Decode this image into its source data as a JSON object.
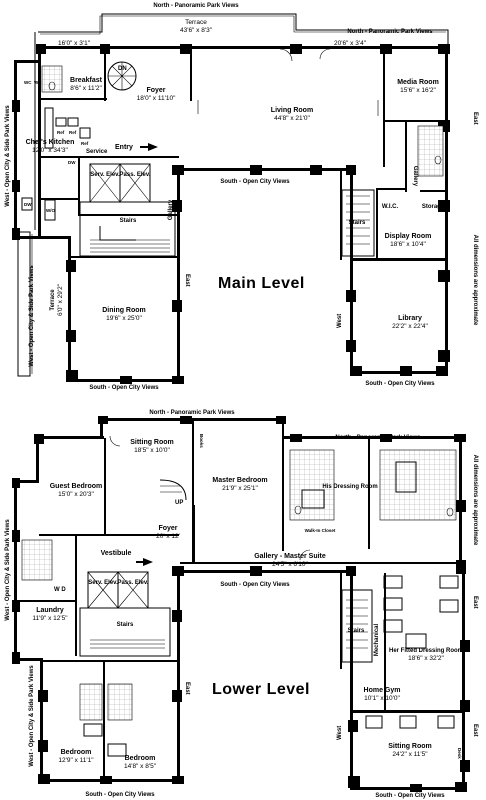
{
  "main_level": {
    "title": "Main Level",
    "rooms": {
      "terrace_top": {
        "name": "Terrace",
        "dim": "43'6\" x 8'3\""
      },
      "terrace_left_dim": "16'0\" x 3'1\"",
      "terrace_right_dim": "20'6\" x 3'4\"",
      "breakfast": {
        "name": "Breakfast",
        "dim": "8'6\" x 11'2\""
      },
      "foyer": {
        "name": "Foyer",
        "dim": "18'0\" x 11'10\""
      },
      "living": {
        "name": "Living Room",
        "dim": "44'8\" x 21'0\""
      },
      "media": {
        "name": "Media Room",
        "dim": "15'6\" x 16'2\""
      },
      "kitchen": {
        "name": "Chef's Kitchen",
        "dim": "12'0\" x 34'3\""
      },
      "service": "Service",
      "entry": "Entry",
      "dining": {
        "name": "Dining Room",
        "dim": "19'6\" x 25'0\""
      },
      "terrace_west": {
        "name": "Terrace",
        "dim": "6'0\" x 29'2\""
      },
      "display": {
        "name": "Display Room",
        "dim": "18'6\" x 10'4\""
      },
      "library": {
        "name": "Library",
        "dim": "22'2\" x 22'4\""
      },
      "stairs": "Stairs",
      "wic": "W.I.C.",
      "storage": "Storage",
      "gallery_1": "Gallery",
      "gallery_2": "Gallery",
      "serv_elev": "Serv. Elev.",
      "pass_elev": "Pass. Elev.",
      "stairs_core": "Stairs",
      "dn": "DN"
    },
    "views": {
      "north": "North - Panoramic Park Views",
      "north_right": "North - Panoramic Park Views",
      "south_center": "South - Open City Views",
      "south_bottom": "South - Open City Views",
      "south_right": "South - Open City Views",
      "east_top": "East",
      "east_mid": "East",
      "west_mid": "West",
      "west_side_top": "West - Open City & Side Park Views",
      "west_side_bottom": "West - Open City & Side Park Views",
      "approx": "All dimensions are approximate"
    },
    "fixtures": {
      "wc1": "WC",
      "wc2": "WC",
      "ref1": "Ref",
      "ref2": "Ref",
      "ref3": "Ref",
      "dw1": "DW",
      "dw2": "DW",
      "wo": "W/O"
    }
  },
  "lower_level": {
    "title": "Lower Level",
    "rooms": {
      "sitting_top": {
        "name": "Sitting Room",
        "dim": "18'5\" x 10'0\""
      },
      "guest": {
        "name": "Guest Bedroom",
        "dim": "15'0\" x 20'3\""
      },
      "master": {
        "name": "Master Bedroom",
        "dim": "21'9\" x 25'1\""
      },
      "his": {
        "name": "His Dressing Room"
      },
      "walkin": "Walk-In Closet",
      "foyer": {
        "name": "Foyer",
        "dim": "20' x 12'"
      },
      "vestibule": "Vestibule",
      "gallery_master": {
        "name": "Gallery - Master Suite",
        "dim": "24'5\" x 6'10\""
      },
      "laundry": {
        "name": "Laundry",
        "dim": "11'9\" x 12'5\""
      },
      "her": {
        "name": "Her Fitted Dressing Room",
        "dim": "18'6\" x 32'2\""
      },
      "home_gym": {
        "name": "Home Gym",
        "dim": "10'1\" x 10'0\""
      },
      "mechanical": "Mechanical",
      "bed1": {
        "name": "Bedroom",
        "dim": "12'9\" x 11'1\""
      },
      "bed2": {
        "name": "Bedroom",
        "dim": "14'8\" x 8'5\""
      },
      "sitting_bottom": {
        "name": "Sitting Room",
        "dim": "24'2\" x 11'5\""
      },
      "stairs_core": "Stairs",
      "stairs_right": "Stairs",
      "serv_elev": "Serv. Elev.",
      "pass_elev": "Pass. Elev.",
      "books": "Books",
      "up": "UP",
      "wd": "W D",
      "desk": "Desk"
    },
    "views": {
      "north_top": "North - Panoramic Park Views",
      "north_right": "North - Panoramic Park Views",
      "south_center": "South - Open City Views",
      "south_bottom": "South - Open City Views",
      "south_right": "South - Open City Views",
      "east_1": "East",
      "east_2": "East",
      "east_3": "East",
      "west": "West",
      "west_side_top": "West - Open City & Side Park Views",
      "west_side_bottom": "West - Open City & Side Park Views",
      "approx": "All dimensions are approximate"
    }
  }
}
